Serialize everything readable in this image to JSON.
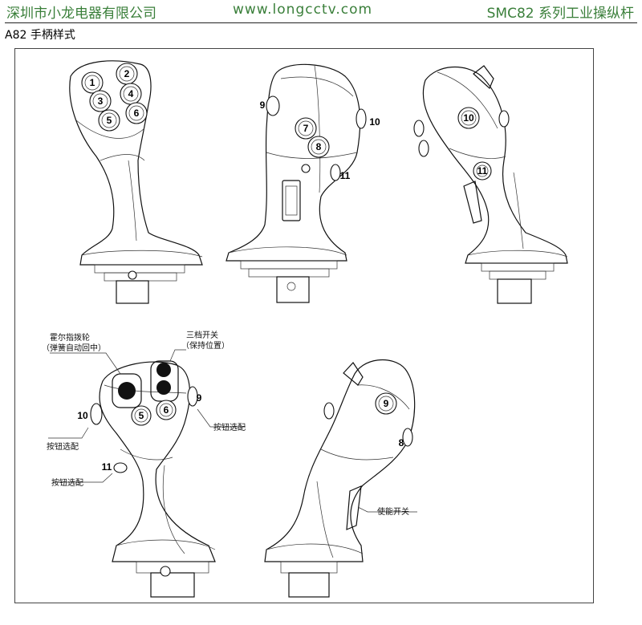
{
  "header": {
    "company": "深圳市小龙电器有限公司",
    "website": "www.longcctv.com",
    "series": "SMC82 系列工业操纵杆"
  },
  "subtitle": "A82 手柄样式",
  "labels": {
    "thumbwheel_line1": "霍尔指拨轮",
    "thumbwheel_line2": "（弹簧自动回中）",
    "switch_line1": "三档开关",
    "switch_line2": "（保持位置）",
    "button_option_right": "按钮选配",
    "button_option_left": "按钮选配",
    "button_option_bottom": "按钮选配",
    "enable_switch": "使能开关"
  },
  "buttons": {
    "b1": "1",
    "b2": "2",
    "b3": "3",
    "b4": "4",
    "b5": "5",
    "b6": "6",
    "b7": "7",
    "b8": "8",
    "b9": "9",
    "b10": "10",
    "b11": "11",
    "v4_b5": "5",
    "v4_b6": "6",
    "v4_b9": "9",
    "v4_b10": "10",
    "v4_b11": "11",
    "v5_b9": "9",
    "v5_b8": "8"
  }
}
